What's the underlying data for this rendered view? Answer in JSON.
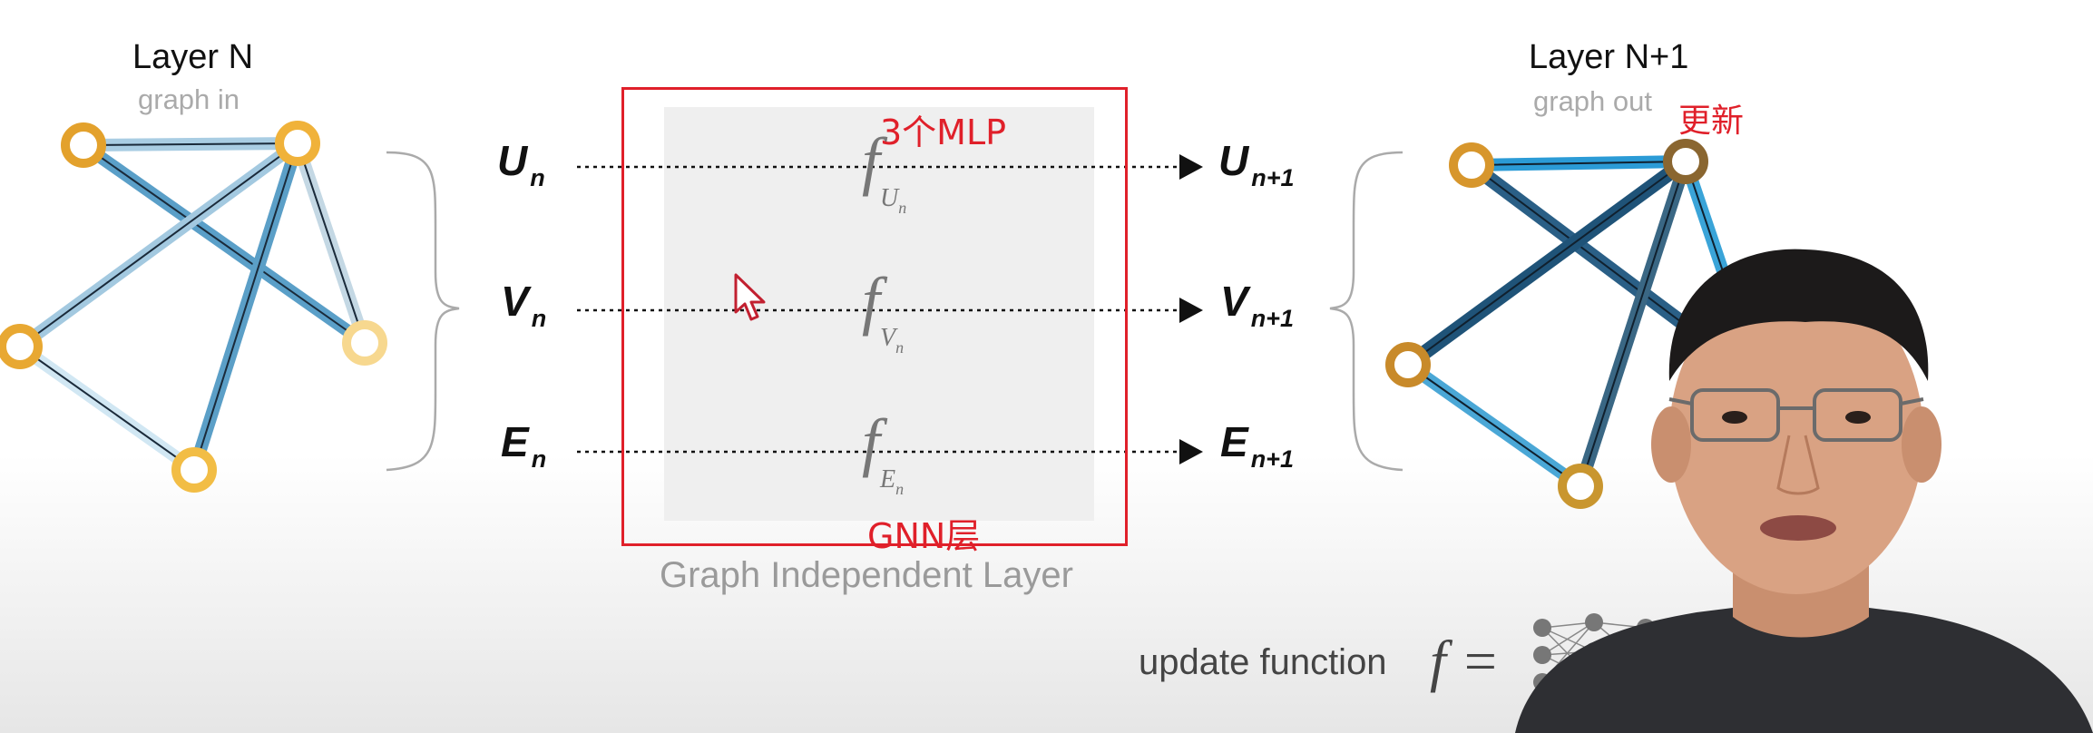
{
  "left_graph": {
    "title": "Layer N",
    "subtitle": "graph in"
  },
  "right_graph": {
    "title": "Layer N+1",
    "subtitle": "graph out",
    "annotation": "更新"
  },
  "inputs": [
    {
      "symbol": "U",
      "sub": "n"
    },
    {
      "symbol": "V",
      "sub": "n"
    },
    {
      "symbol": "E",
      "sub": "n"
    }
  ],
  "outputs": [
    {
      "symbol": "U",
      "sub": "n+1"
    },
    {
      "symbol": "V",
      "sub": "n+1"
    },
    {
      "symbol": "E",
      "sub": "n+1"
    }
  ],
  "functions": [
    {
      "f": "f",
      "sub": "U",
      "subsub": "n"
    },
    {
      "f": "f",
      "sub": "V",
      "subsub": "n"
    },
    {
      "f": "f",
      "sub": "E",
      "subsub": "n"
    }
  ],
  "annotations": {
    "top": "3个MLP",
    "bottom": "GNN层"
  },
  "caption": "Graph Independent Layer",
  "update": {
    "label": "update function",
    "formula": "f ="
  },
  "colors": {
    "annotation_red": "#e0202a",
    "node_ring": "#e3a12c",
    "edge_blue": "#4a93c0"
  }
}
